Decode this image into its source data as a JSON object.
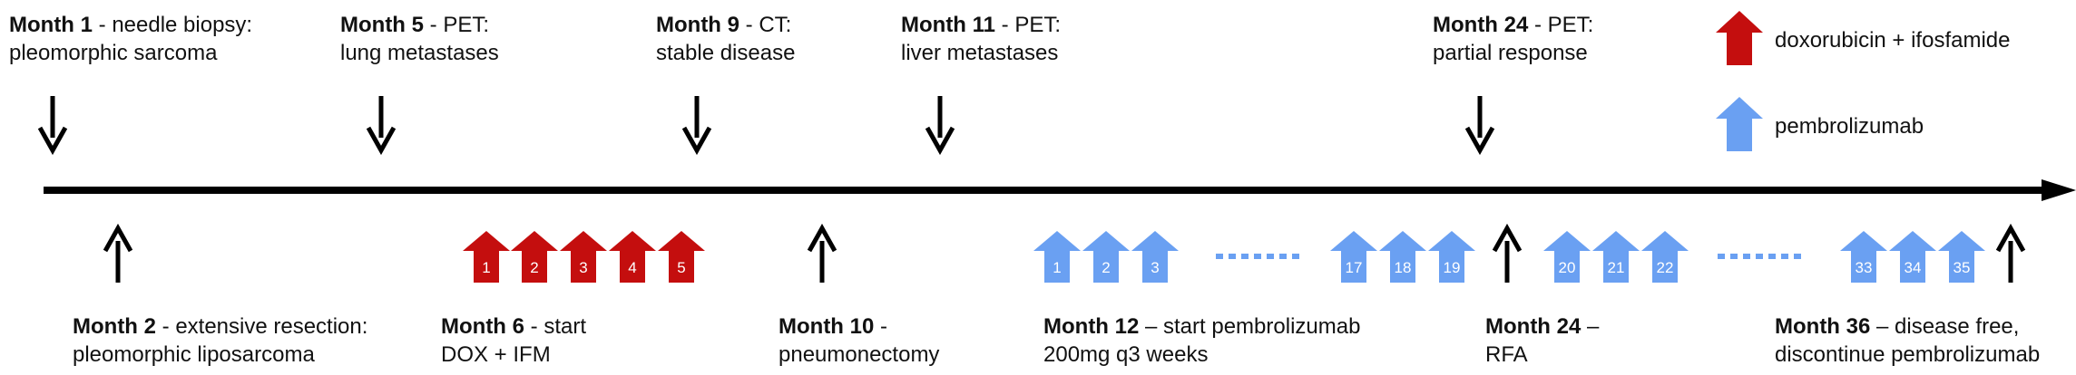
{
  "colors": {
    "doxorubicin": "#c40e0e",
    "pembrolizumab": "#6aa0f2",
    "timeline": "#000000"
  },
  "legend": {
    "doxorubicin_label": "doxorubicin + ifosfamide",
    "pembrolizumab_label": "pembrolizumab"
  },
  "top_events": [
    {
      "month": "Month 1",
      "rest": " - needle biopsy:",
      "line2": "pleomorphic sarcoma"
    },
    {
      "month": "Month 5",
      "rest": " - PET:",
      "line2": "lung metastases"
    },
    {
      "month": "Month 9",
      "rest": " - CT:",
      "line2": "stable disease"
    },
    {
      "month": "Month 11",
      "rest": " - PET:",
      "line2": "liver metastases"
    },
    {
      "month": "Month 24",
      "rest": " - PET:",
      "line2": "partial response"
    }
  ],
  "bottom_events": [
    {
      "month": "Month 2",
      "rest": " - extensive resection:",
      "line2": "pleomorphic liposarcoma"
    },
    {
      "month": "Month 6",
      "rest": " - start",
      "line2": "DOX + IFM"
    },
    {
      "month": "Month 10",
      "rest": " -",
      "line2": "pneumonectomy"
    },
    {
      "month": "Month 12",
      "rest": " – start pembrolizumab",
      "line2": "200mg q3 weeks"
    },
    {
      "month": "Month 24",
      "rest": " –",
      "line2": "RFA"
    },
    {
      "month": "Month 36",
      "rest": " – disease free,",
      "line2": "discontinue pembrolizumab"
    }
  ],
  "dox_cycles": [
    "1",
    "2",
    "3",
    "4",
    "5"
  ],
  "pembro_doses": [
    "1",
    "2",
    "3",
    "17",
    "18",
    "19",
    "20",
    "21",
    "22",
    "33",
    "34",
    "35"
  ]
}
